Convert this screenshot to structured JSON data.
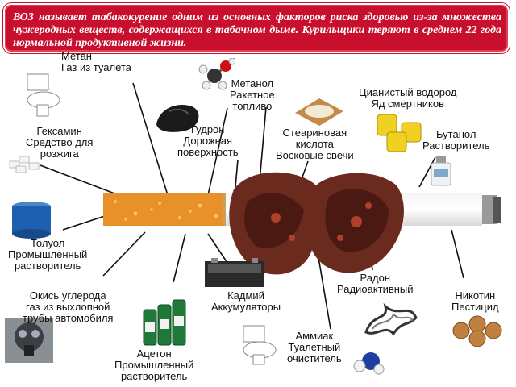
{
  "banner": {
    "text": "ВОЗ называет табакокурение одним из основных факторов риска здоровью из-за множества чужеродных веществ, содержащихся в табачном дыме. Курильщики теряют в среднем 22 года нормальной продуктивной жизни."
  },
  "labels": {
    "methane": [
      "Метан",
      "Газ из туалета"
    ],
    "methanol": [
      "Метанол",
      "Ракетное",
      "топливо"
    ],
    "hcn": [
      "Цианистый водород",
      "Яд смертников"
    ],
    "hexamine": [
      "Гексамин",
      "Средство для",
      "розжига"
    ],
    "tar": [
      "Гудрон",
      "Дорожная",
      "поверхность"
    ],
    "stearic": [
      "Стеариновая",
      "кислота",
      "Восковые свечи"
    ],
    "butanol": [
      "Бутанол",
      "Растворитель"
    ],
    "toluene": [
      "Толуол",
      "Промышленный",
      "растворитель"
    ],
    "co": [
      "Окись углерода",
      "газ из выхлопной",
      "трубы автомобиля"
    ],
    "cadmium": [
      "Кадмий",
      "Аккумуляторы"
    ],
    "radon": [
      "Радон",
      "Радиоактивный"
    ],
    "nicotine": [
      "Никотин",
      "Пестицид"
    ],
    "acetone": [
      "Ацетон",
      "Промышленный",
      "растворитель"
    ],
    "ammonia": [
      "Аммиак",
      "Туалетный",
      "очиститель"
    ]
  },
  "colors": {
    "banner": "#c8102e",
    "filter": "#e8902a",
    "lung": "#6b2a1e"
  }
}
